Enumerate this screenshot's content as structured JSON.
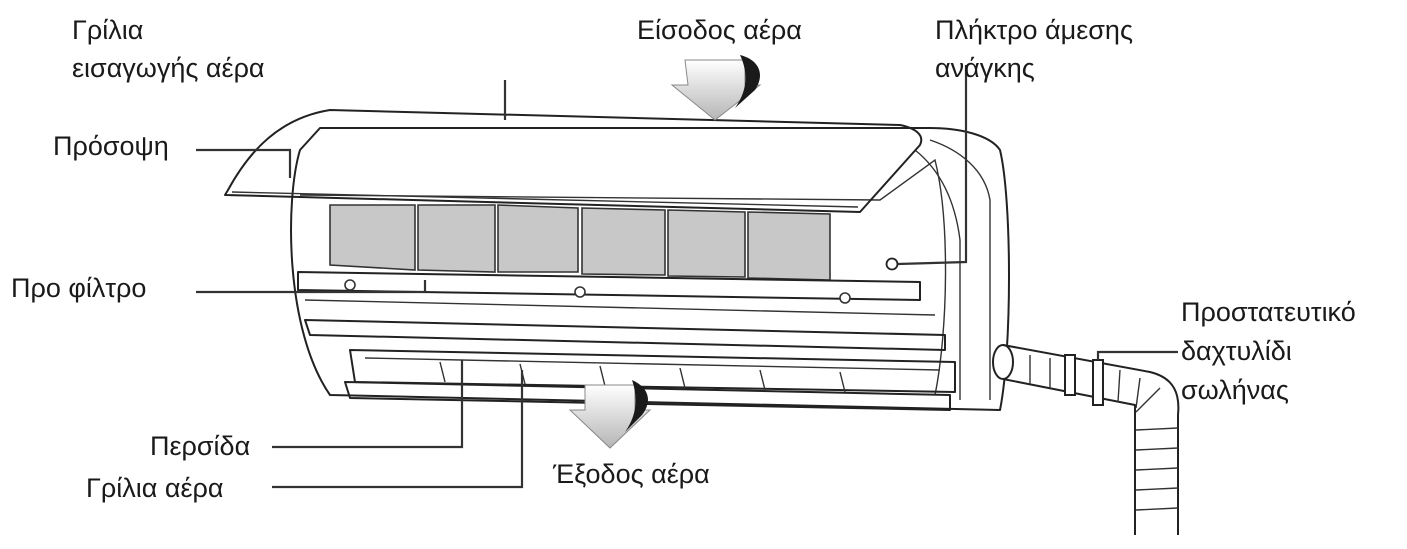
{
  "labels": {
    "grille_line1": "Γρίλια",
    "grille_line2": "εισαγωγής αέρα",
    "air_inlet": "Είσοδος αέρα",
    "emergency_line1": "Πλήκτρο άμεσης",
    "emergency_line2": "ανάγκης",
    "front_panel": "Πρόσοψη",
    "pre_filter": "Προ φίλτρο",
    "protective_line1": "Προστατευτικό",
    "protective_line2": "δαχτυλίδι",
    "protective_line3": "σωλήνας",
    "louver": "Περσίδα",
    "air_grille": "Γρίλια αέρα",
    "air_outlet": "Έξοδος αέρα"
  },
  "colors": {
    "outline": "#222222",
    "filter_fill": "#c8c8c8",
    "arrow_fill": "#bdbdbd",
    "arrow_dark": "#1a1a1a",
    "leader_line": "#333333"
  }
}
